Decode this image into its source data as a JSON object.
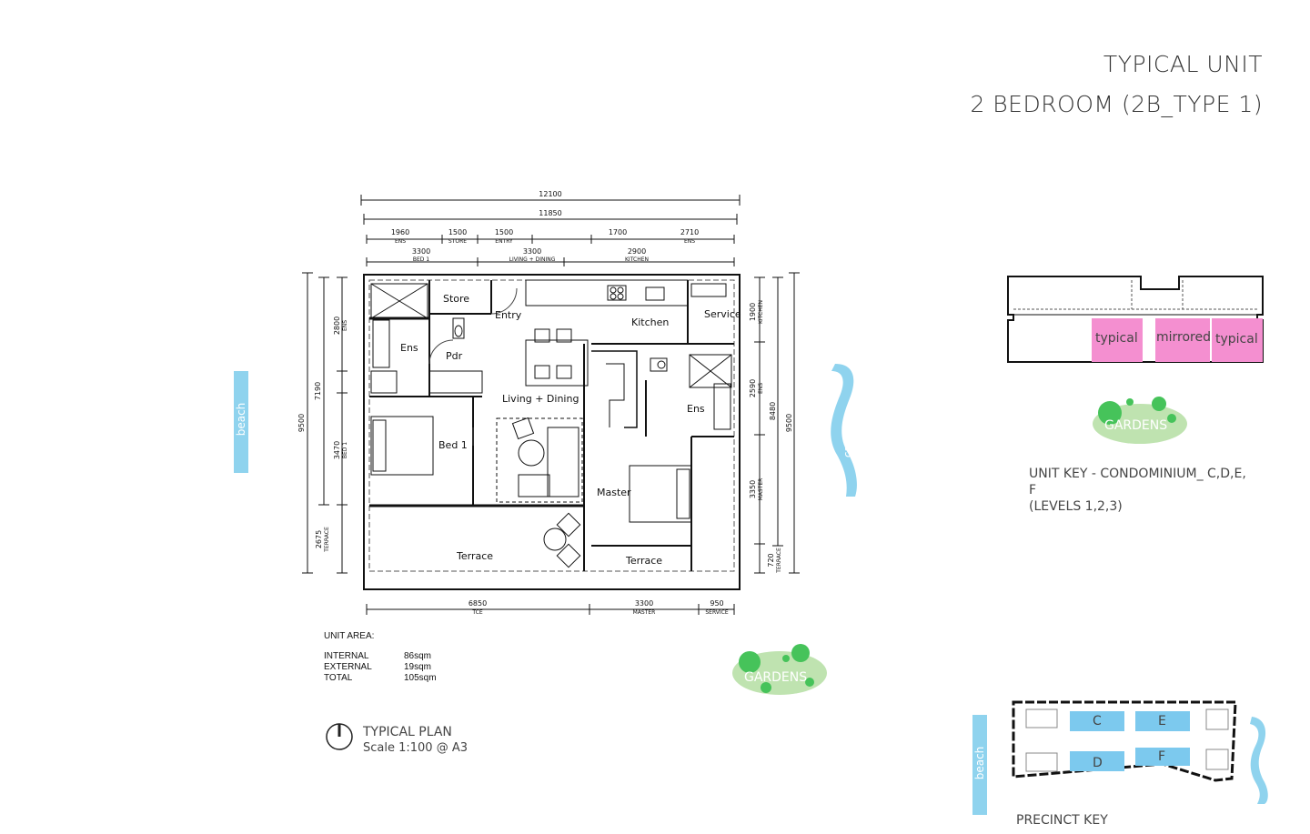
{
  "header": {
    "title": "TYPICAL UNIT",
    "subtitle": "2 BEDROOM (2B_TYPE 1)"
  },
  "plan": {
    "dims_top": [
      "12100",
      "11850"
    ],
    "dims_top_segments": [
      {
        "value": "1960",
        "label": "ENS"
      },
      {
        "value": "1500",
        "label": "STORE"
      },
      {
        "value": "1500",
        "label": "ENTRY"
      },
      {
        "value": "1700",
        "label": ""
      },
      {
        "value": "2710",
        "label": "ENS"
      }
    ],
    "dims_top_rooms": [
      {
        "value": "3300",
        "label": "BED 1"
      },
      {
        "value": "3300",
        "label": "LIVING + DINING"
      },
      {
        "value": "2900",
        "label": "KITCHEN"
      }
    ],
    "dims_left": [
      {
        "value": "9500",
        "label": ""
      },
      {
        "value": "7190",
        "label": ""
      },
      {
        "value": "2800",
        "label": "ENS"
      },
      {
        "value": "3470",
        "label": "BED 1"
      },
      {
        "value": "2675",
        "label": "TERRACE"
      }
    ],
    "dims_right": [
      {
        "value": "9500",
        "label": ""
      },
      {
        "value": "8480",
        "label": ""
      },
      {
        "value": "1900",
        "label": "KITCHEN"
      },
      {
        "value": "2590",
        "label": "ENS"
      },
      {
        "value": "3350",
        "label": "MASTER"
      },
      {
        "value": "720",
        "label": "TERRACE"
      }
    ],
    "dims_bottom": [
      {
        "value": "6850",
        "label": "TCE"
      },
      {
        "value": "3300",
        "label": "MASTER"
      },
      {
        "value": "950",
        "label": "SERVICE"
      }
    ],
    "rooms": {
      "store": "Store",
      "entry": "Entry",
      "kitchen": "Kitchen",
      "service": "Service",
      "ens1": "Ens",
      "pdr": "Pdr",
      "living": "Living + Dining",
      "ens2": "Ens",
      "bed1": "Bed 1",
      "master": "Master",
      "terrace1": "Terrace",
      "terrace2": "Terrace"
    }
  },
  "unit_area": {
    "heading": "UNIT AREA:",
    "rows": [
      {
        "label": "INTERNAL",
        "value": "86sqm"
      },
      {
        "label": "EXTERNAL",
        "value": "19sqm"
      },
      {
        "label": "TOTAL",
        "value": "105sqm"
      }
    ]
  },
  "plan_caption": {
    "title": "TYPICAL PLAN",
    "scale": "Scale 1:100 @ A3"
  },
  "context": {
    "beach": "beach",
    "canal": "canal",
    "gardens": "GARDENS"
  },
  "unit_key": {
    "typical_a": "typical",
    "mirrored": "mirrored",
    "typical_b": "typical",
    "gardens": "GARDENS",
    "line1": "UNIT KEY - CONDOMINIUM_ C,D,E,",
    "line2": "F",
    "line3": "(LEVELS 1,2,3)"
  },
  "precinct_key": {
    "beach": "beach",
    "blocks": [
      "C",
      "E",
      "D",
      "F"
    ],
    "title": "PRECINCT KEY"
  },
  "colors": {
    "accent_blue": "#8fd3ee",
    "accent_pink": "#f48fd0",
    "garden_green": "#46c35a",
    "garden_light": "#bfe3b0",
    "key_blue": "#7cc9ee"
  }
}
